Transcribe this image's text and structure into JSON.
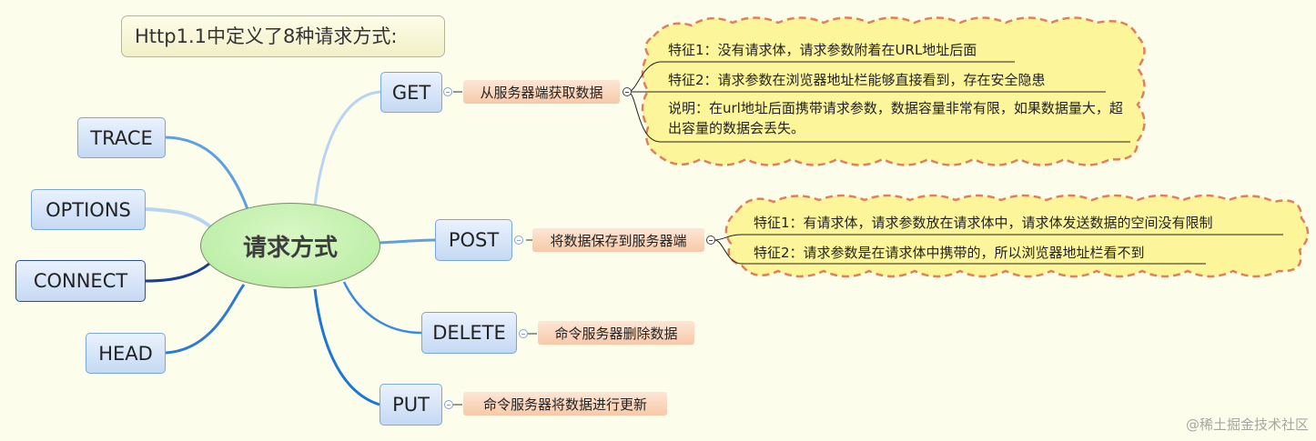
{
  "title": "Http1.1中定义了8种请求方式:",
  "center": {
    "label": "请求方式"
  },
  "colors": {
    "background": "#fdfdec",
    "node_fill": "#d6e5f8",
    "node_border": "#79a7d9",
    "center_fill": "#c4f0ad",
    "subtopic_fill": "#f9d6bd",
    "callout_fill": "#fdf59a",
    "callout_border": "#e0805a"
  },
  "left_nodes": [
    {
      "label": "TRACE"
    },
    {
      "label": "OPTIONS"
    },
    {
      "label": "CONNECT"
    },
    {
      "label": "HEAD"
    }
  ],
  "right_nodes": [
    {
      "label": "GET",
      "description": "从服务器端获取数据",
      "notes": [
        "特征1：没有请求体，请求参数附着在URL地址后面",
        "特征2：请求参数在浏览器地址栏能够直接看到，存在安全隐患",
        "说明：在url地址后面携带请求参数，数据容量非常有限，如果数据量大，超出容量的数据会丢失。"
      ]
    },
    {
      "label": "POST",
      "description": "将数据保存到服务器端",
      "notes": [
        "特征1：有请求体，请求参数放在请求体中，请求体发送数据的空间没有限制",
        "特征2：请求参数是在请求体中携带的，所以浏览器地址栏看不到"
      ]
    },
    {
      "label": "DELETE",
      "description": "命令服务器删除数据"
    },
    {
      "label": "PUT",
      "description": "命令服务器将数据进行更新"
    }
  ],
  "watermark": "@稀土掘金技术社区"
}
